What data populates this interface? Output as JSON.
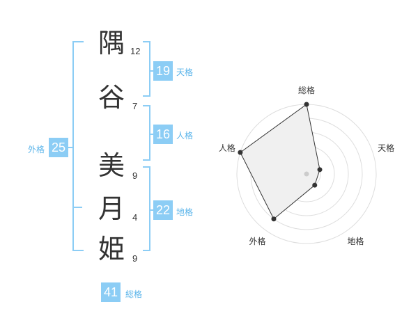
{
  "name": {
    "characters": [
      {
        "char": "隅",
        "strokes": "12"
      },
      {
        "char": "谷",
        "strokes": "7"
      },
      {
        "char": "美",
        "strokes": "9"
      },
      {
        "char": "月",
        "strokes": "4"
      },
      {
        "char": "姫",
        "strokes": "9"
      }
    ]
  },
  "fortunes": {
    "tenkaku": {
      "value": "19",
      "label": "天格"
    },
    "jinkaku": {
      "value": "16",
      "label": "人格"
    },
    "chikaku": {
      "value": "22",
      "label": "地格"
    },
    "gaikaku": {
      "value": "25",
      "label": "外格"
    },
    "soukaku": {
      "value": "41",
      "label": "総格"
    }
  },
  "colors": {
    "accent": "#8ccdf5",
    "accent_text": "#5ab4ea",
    "text": "#333333",
    "radar_fill": "#f0f0f0",
    "radar_line": "#333333",
    "radar_rings": "#dddddd"
  },
  "chart_data": {
    "type": "radar",
    "axes": [
      "総格",
      "天格",
      "地格",
      "外格",
      "人格"
    ],
    "levels": 5,
    "values": [
      5,
      1,
      1,
      4,
      5
    ],
    "max": 5
  }
}
